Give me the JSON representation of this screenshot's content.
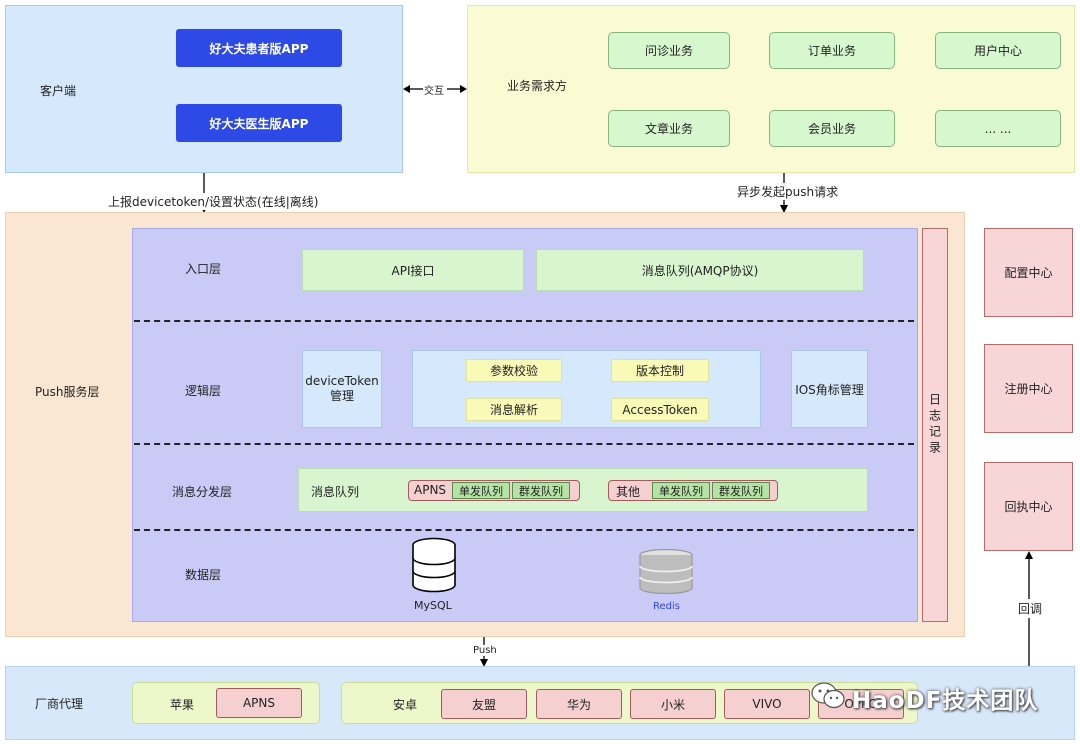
{
  "client": {
    "label": "客户端",
    "patient_app": "好大夫患者版APP",
    "doctor_app": "好大夫医生版APP"
  },
  "interact_label": "交互",
  "biz": {
    "label": "业务需求方",
    "items": [
      "问诊业务",
      "订单业务",
      "用户中心",
      "文章业务",
      "会员业务",
      "... ..."
    ]
  },
  "arrows": {
    "report": "上报devicetoken/设置状态(在线|离线)",
    "async_push": "异步发起push请求",
    "push": "Push",
    "callback": "回调"
  },
  "push_layer": {
    "label": "Push服务层",
    "entry": {
      "label": "入口层",
      "api": "API接口",
      "mq": "消息队列(AMQP协议)"
    },
    "logic": {
      "label": "逻辑层",
      "device_token": "deviceToken管理",
      "param_check": "参数校验",
      "version_ctrl": "版本控制",
      "msg_parse": "消息解析",
      "access_token": "AccessToken",
      "ios_badge": "IOS角标管理"
    },
    "dispatch": {
      "label": "消息分发层",
      "mq_label": "消息队列",
      "apns": "APNS",
      "other": "其他",
      "single_queue": "单发队列",
      "group_queue": "群发队列"
    },
    "data": {
      "label": "数据层",
      "mysql": "MySQL",
      "redis": "Redis"
    },
    "log": "日志记录"
  },
  "centers": {
    "config": "配置中心",
    "register": "注册中心",
    "callback": "回执中心"
  },
  "vendor": {
    "label": "厂商代理",
    "apple": "苹果",
    "apple_apns": "APNS",
    "android": "安卓",
    "android_items": [
      "友盟",
      "华为",
      "小米",
      "VIVO",
      "OPPO"
    ]
  },
  "watermark": "HaoDF技术团队",
  "colors": {
    "app_button": "#2d49e6",
    "layers": "#c9cbf6",
    "push_bg": "#fbe6d3",
    "biz_bg": "#fbfbd3"
  }
}
